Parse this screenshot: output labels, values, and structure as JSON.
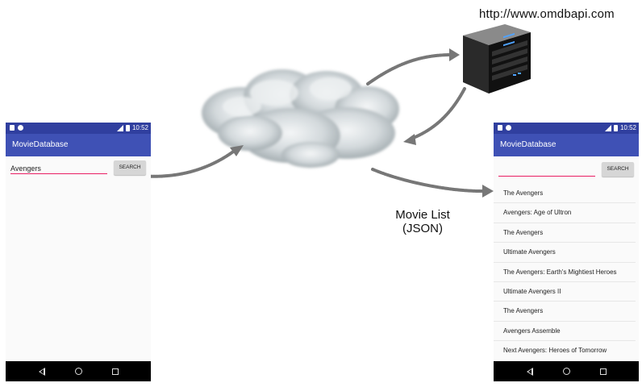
{
  "diagram": {
    "server_url": "http://www.omdbapi.com",
    "response_label_line1": "Movie List",
    "response_label_line2": "(JSON)"
  },
  "left_phone": {
    "status_time": "10:52",
    "app_title": "MovieDatabase",
    "search_value": "Avengers",
    "search_button": "SEARCH"
  },
  "right_phone": {
    "status_time": "10:52",
    "app_title": "MovieDatabase",
    "search_value": "",
    "search_button": "SEARCH",
    "results": [
      "The Avengers",
      "Avengers: Age of Ultron",
      "The Avengers",
      "Ultimate Avengers",
      "The Avengers: Earth's Mightiest Heroes",
      "Ultimate Avengers II",
      "The Avengers",
      "Avengers Assemble",
      "Next Avengers: Heroes of Tomorrow"
    ]
  },
  "colors": {
    "status_bar": "#303f9f",
    "app_bar": "#3f51b5",
    "input_underline": "#e91e63",
    "arrow": "#777777"
  },
  "icons": [
    "cloud-icon",
    "server-icon",
    "arrow-icon",
    "back-icon",
    "home-icon",
    "recents-icon"
  ]
}
